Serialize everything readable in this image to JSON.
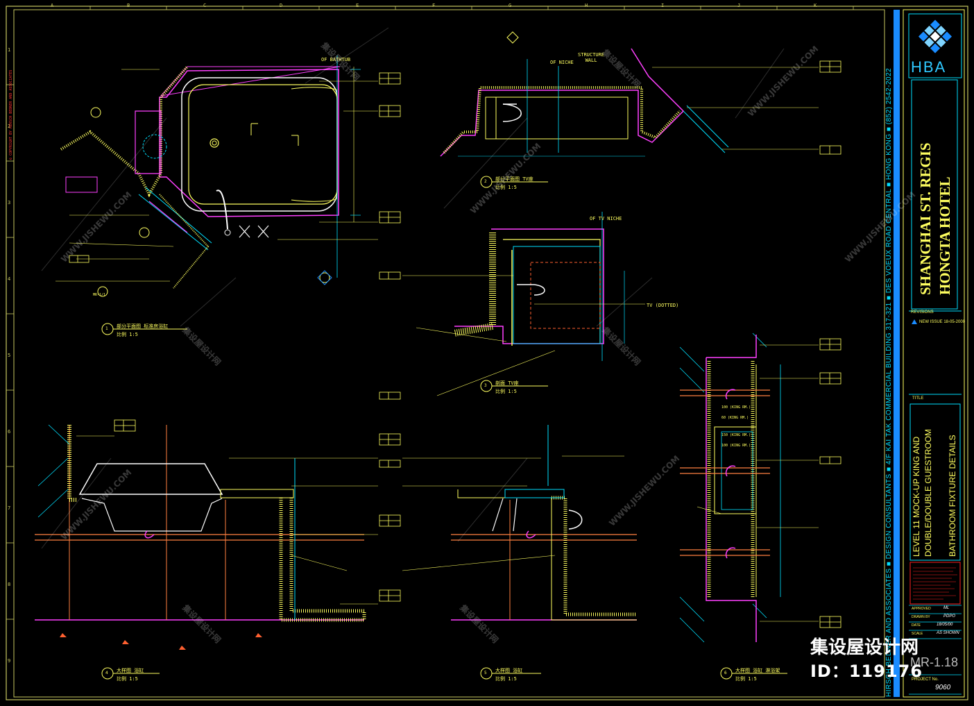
{
  "sheet": {
    "grid_top": [
      "A",
      "B",
      "C",
      "D",
      "E",
      "F",
      "G",
      "H",
      "I",
      "J",
      "K"
    ],
    "grid_side": [
      "1",
      "2",
      "3",
      "4",
      "5",
      "6",
      "7",
      "8",
      "9"
    ],
    "left_margin_note": "© COPYRIGHT BY HIRSCH BEDNER AND ASSOCIATES"
  },
  "titleblock": {
    "logo_text": "HBA",
    "project_line1": "SHANGHAI ST. REGIS",
    "project_line2": "HONGTA HOTEL",
    "revisions_label": "REVISIONS",
    "revision_entry": "NEW ISSUE  18-05-2000",
    "title_label": "TITLE",
    "title_line1": "LEVEL 11 MOCK-UP KING AND",
    "title_line2": "DOUBLE/DOUBLE GUESTROOM",
    "title_line3": "BATHROOM FIXTURE DETAILS",
    "approved_label": "APPROVED",
    "approved_value": "ML",
    "drawn_label": "DRAWN BY",
    "drawn_value": "PDPO",
    "date_label": "DATE",
    "date_value": "18/05/00",
    "scale_label": "SCALE",
    "scale_value": "AS SHOWN",
    "sheet_no": "MR-1.18",
    "project_label": "PROJECT No.",
    "project_no": "9060",
    "firm_strip": "HIRSCH BEDNER AND ASSOCIATES ■ DESIGN CONSULTANTS ■ 4/F KAI TAK COMMERCIAL BUILDING 317-321 ■ DES VOEUX ROAD CENTRAL ■ HONG KONG ■ (852) 2542-2022"
  },
  "views": {
    "bath_plan": {
      "label": "部分平面图  标准房浴缸",
      "scale": "比例    1:5",
      "num": "1",
      "cl": "OF BATHTUB",
      "ref": "MR-1/1"
    },
    "tv_plan": {
      "label": "部分平面图  TV座",
      "scale": "比例    1:5",
      "num": "2"
    },
    "tv_section": {
      "label": "剖面  TV座",
      "scale": "比例    1:5",
      "num": "3",
      "cl": "OF TV NICHE",
      "tv_note": "TV (DOTTED)"
    },
    "bath_section1": {
      "label": "大样图   浴缸",
      "scale": "比例    1:5",
      "num": "4"
    },
    "bath_section2": {
      "label": "大样图   浴缸",
      "scale": "比例    1:5",
      "num": "5"
    },
    "shower_section": {
      "label": "大样图   浴缸  淋浴架",
      "scale": "比例    1:5",
      "num": "6"
    },
    "structure_wall": "STRUCTURE WALL",
    "of_niche": "OF NICHE",
    "dims": [
      "100 (KING RM.)",
      "60 (KING RM.)",
      "150 (KING RM.)",
      "100 (KING RM.)"
    ]
  },
  "watermark": {
    "site": "集设屋设计网",
    "id_text": "ID：119176",
    "diag": "集设屋设计网",
    "url": "WWW.JISHEWU.COM"
  },
  "colors": {
    "cad_yellow": "#ffff60",
    "cad_cyan": "#00e0ff",
    "cad_magenta": "#ff40ff",
    "cad_orange": "#ff8040",
    "cad_white": "#ffffff",
    "cad_blue": "#1a8cff"
  }
}
